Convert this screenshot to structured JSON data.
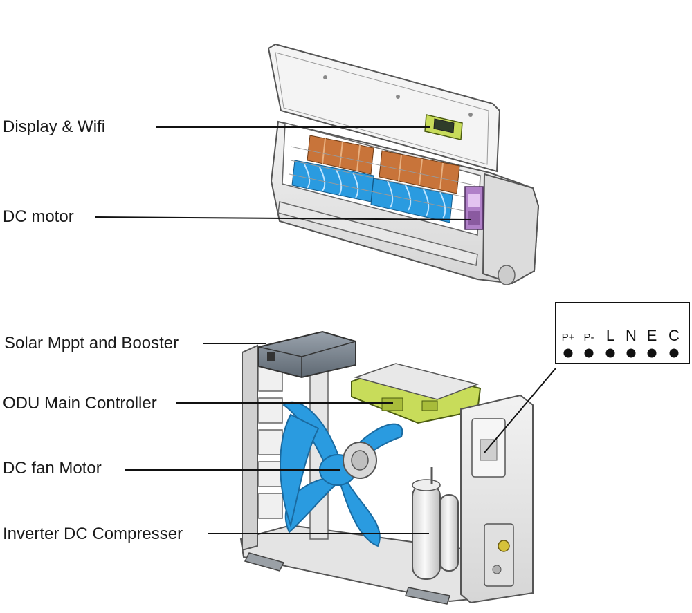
{
  "labels": {
    "display_wifi": "Display & Wifi",
    "dc_motor": "DC motor",
    "solar_mppt": "Solar Mppt and Booster",
    "odu_controller": "ODU Main Controller",
    "dc_fan_motor": "DC fan Motor",
    "compressor": "Inverter DC Compresser"
  },
  "terminal_block": {
    "terminals": [
      "P+",
      "P-",
      "L",
      "N",
      "E",
      "C"
    ]
  },
  "colors": {
    "line": "#111111",
    "fan_blue": "#2a9be0",
    "coil_orange": "#c8743a",
    "board_green": "#c8dc5a",
    "casing_grey": "#e6e6e6",
    "outline": "#555555"
  }
}
